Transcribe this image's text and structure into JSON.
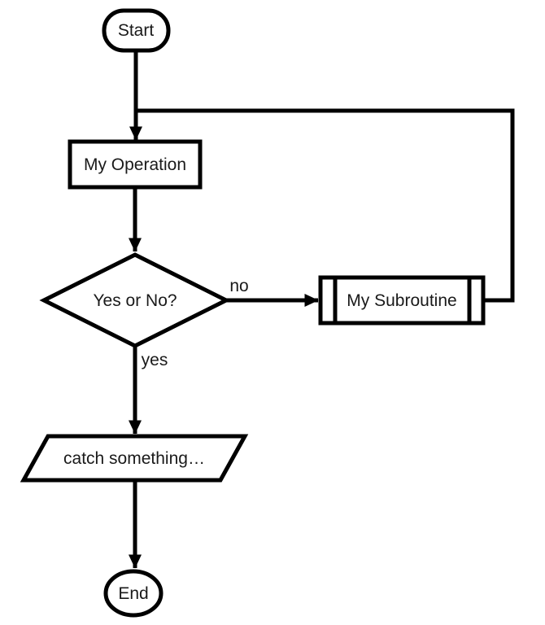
{
  "diagram": {
    "nodes": {
      "start": {
        "label": "Start"
      },
      "operation": {
        "label": "My Operation"
      },
      "decision": {
        "label": "Yes or No?"
      },
      "subroutine": {
        "label": "My Subroutine"
      },
      "output": {
        "label": "catch something…"
      },
      "end": {
        "label": "End"
      }
    },
    "edges": {
      "no": {
        "label": "no"
      },
      "yes": {
        "label": "yes"
      }
    },
    "colors": {
      "line": "#000000",
      "shape_fill": "#ffffff",
      "text": "#1a1a1a",
      "background": "#ffffff"
    }
  }
}
